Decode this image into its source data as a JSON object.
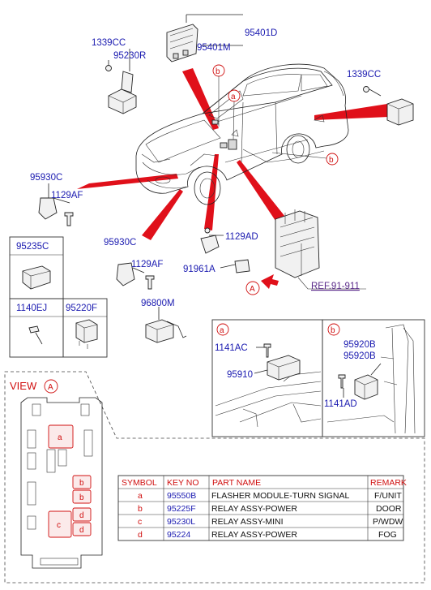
{
  "labels": {
    "p95401D": "95401D",
    "p95401M": "95401M",
    "p1339CC_left": "1339CC",
    "p95230R": "95230R",
    "p1339CC_right": "1339CC",
    "p95930C_top": "95930C",
    "p1129AF_top": "1129AF",
    "p95930C_bottom": "95930C",
    "p1129AF_bottom": "1129AF",
    "p1129AD": "1129AD",
    "p91961A": "91961A",
    "p96800M": "96800M",
    "ref": "REF.91-911",
    "p95235C": "95235C",
    "p1140EJ": "1140EJ",
    "p95220F": "95220F",
    "p1141AC": "1141AC",
    "p95910": "95910",
    "p95920B_1": "95920B",
    "p95920B_2": "95920B",
    "p1141AD": "1141AD"
  },
  "callouts": {
    "a": "a",
    "b": "b",
    "c": "c",
    "d": "d",
    "A": "A"
  },
  "view": {
    "label": "VIEW"
  },
  "table": {
    "headers": [
      "SYMBOL",
      "KEY NO",
      "PART NAME",
      "REMARK"
    ],
    "rows": [
      {
        "symbol": "a",
        "key": "95550B",
        "name": "FLASHER MODULE-TURN SIGNAL",
        "remark": "F/UNIT"
      },
      {
        "symbol": "b",
        "key": "95225F",
        "name": "RELAY ASSY-POWER",
        "remark": "DOOR"
      },
      {
        "symbol": "c",
        "key": "95230L",
        "name": "RELAY ASSY-MINI",
        "remark": "P/WDW"
      },
      {
        "symbol": "d",
        "key": "95224",
        "name": "RELAY ASSY-POWER",
        "remark": "FOG"
      }
    ]
  },
  "colors": {
    "part_number": "#1a1ab0",
    "accent": "#e0101a",
    "leader_wedge": "#e0101a",
    "ref_link": "#5a2a8a"
  }
}
